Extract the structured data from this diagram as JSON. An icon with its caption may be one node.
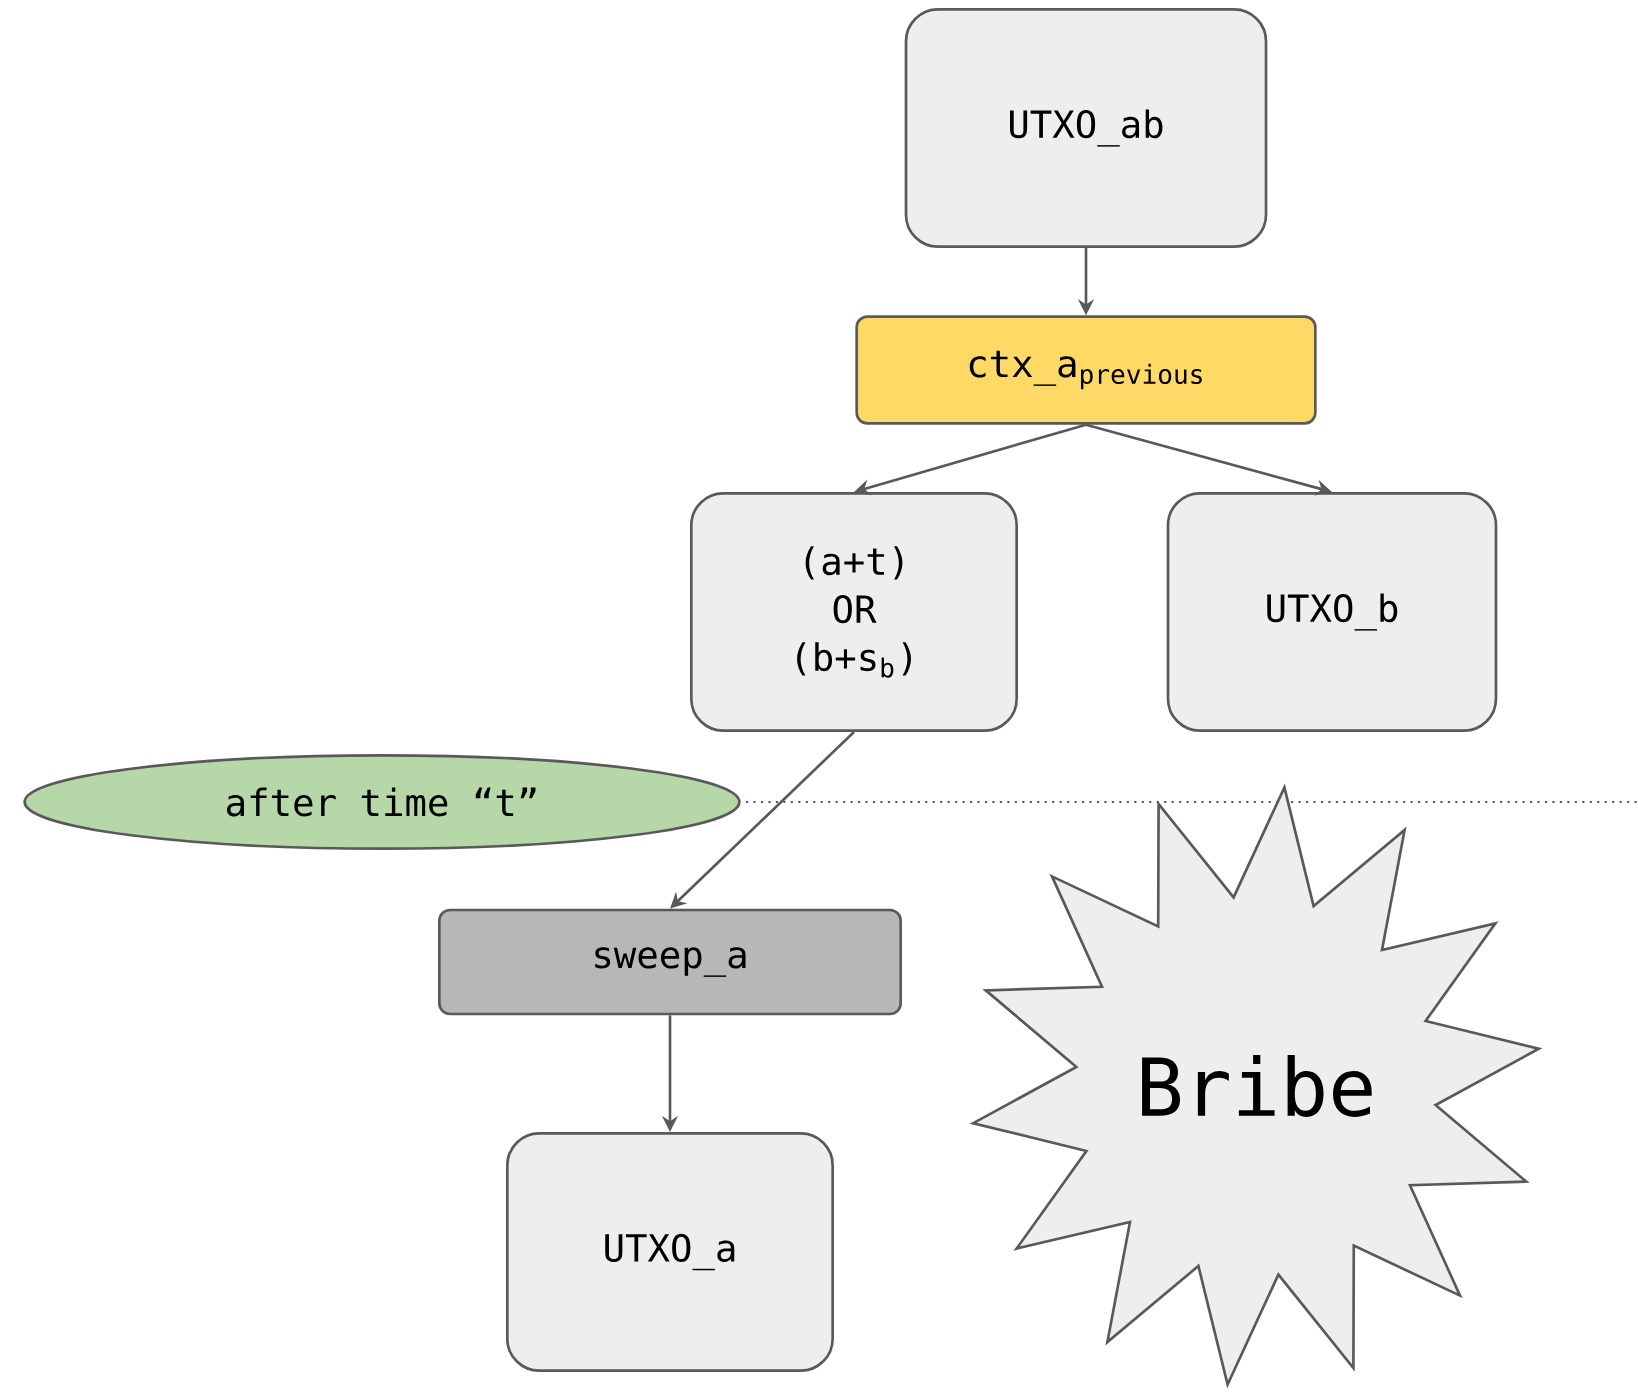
{
  "diagram": {
    "nodes": [
      {
        "text": [
          "UTXO_ab"
        ]
      },
      {
        "text": [
          "ctx_a$_{previous}$"
        ]
      },
      {
        "text": [
          "(a+t) OR (b+s$_{b}$)"
        ]
      },
      {
        "text": [
          "UTXO_b"
        ]
      },
      {
        "text": [
          "after time “t”"
        ]
      },
      {
        "text": [
          "sweep_a"
        ]
      },
      {
        "text": [
          "UTXO_a"
        ]
      },
      {
        "text": [
          "Bribe"
        ]
      }
    ],
    "edges": [
      {
        "from": 0,
        "to": 1,
        "arrow": "to"
      },
      {
        "from": 1,
        "to": 2,
        "arrow": "to"
      },
      {
        "from": 1,
        "to": 3,
        "arrow": "to"
      },
      {
        "from": 2,
        "to": 5,
        "arrow": "to"
      },
      {
        "from": 5,
        "to": 6,
        "arrow": "to"
      }
    ]
  }
}
